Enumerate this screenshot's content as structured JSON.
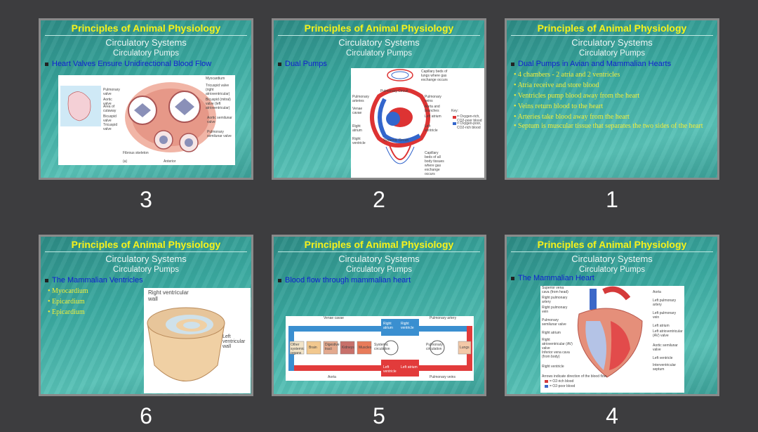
{
  "slides": [
    {
      "number": "3",
      "title": "Principles of Animal Physiology",
      "sub1": "Circulatory Systems",
      "sub2": "Circulatory Pumps",
      "bullet": "Heart Valves Ensure Unidirectional Blood Flow",
      "diagram_labels": [
        "Myocardium",
        "Tricuspid valve (right atrioventricular)",
        "Bicuspid (mitral) valve (left atrioventricular)",
        "Aortic semilunar valve",
        "Pulmonary semilunar valve",
        "Pulmonary valve",
        "Aortic valve",
        "Area of cutaway",
        "Bicuspid valve",
        "Tricuspid valve",
        "Fibrous skeleton",
        "(a)",
        "Anterior"
      ]
    },
    {
      "number": "2",
      "title": "Principles of Animal Physiology",
      "sub1": "Circulatory Systems",
      "sub2": "Circulatory Pumps",
      "bullet": "Dual Pumps",
      "diagram_labels": [
        "Capillary beds of lungs where gas exchange occurs",
        "Pulmonary Circuit",
        "Pulmonary arteries",
        "Pulmonary veins",
        "Venae cavae",
        "Aorta and branches",
        "Left atrium",
        "Left ventricle",
        "Right atrium",
        "Right ventricle",
        "Systemic Circuit",
        "Capillary beds of all body tissues where gas exchange occurs",
        "Key:",
        "= Oxygen-rich, CO2-poor blood",
        "= Oxygen-poor, CO2-rich blood"
      ]
    },
    {
      "number": "1",
      "title": "Principles of Animal Physiology",
      "sub1": "Circulatory Systems",
      "sub2": "Circulatory Pumps",
      "bullet": "Dual Pumps in Avian and Mammalian Hearts",
      "items": [
        "4 chambers - 2 atria and 2 ventricles",
        "Atria receive and store blood",
        "Ventricles pump blood away from the heart",
        "Veins return blood to the heart",
        "Arteries take blood away from the heart",
        "Septum is muscular tissue that separates the two sides of the heart"
      ]
    },
    {
      "number": "6",
      "title": "Principles of Animal Physiology",
      "sub1": "Circulatory Systems",
      "sub2": "Circulatory Pumps",
      "bullet": "The Mammalian Ventricles",
      "items": [
        "Myocardium",
        "Epicardium",
        "Epicardium"
      ],
      "diagram_labels": [
        "Right ventricular wall",
        "Left ventricular wall"
      ]
    },
    {
      "number": "5",
      "title": "Principles of Animal Physiology",
      "sub1": "Circulatory Systems",
      "sub2": "Circulatory Pumps",
      "bullet": "Blood flow through mammalian heart",
      "diagram_labels": [
        "Venae cavae",
        "Pulmonary artery",
        "Right atrium",
        "Right ventricle",
        "Systemic circulation",
        "Pulmonary circulation",
        "Left ventricle",
        "Left atrium",
        "Pulmonary veins",
        "Aorta",
        "Other systemic organs",
        "Brain",
        "Digestive tract",
        "Kidneys",
        "Muscles",
        "Lungs"
      ]
    },
    {
      "number": "4",
      "title": "Principles of Animal Physiology",
      "sub1": "Circulatory Systems",
      "sub2": "Circulatory Pumps",
      "bullet": "The Mammalian Heart",
      "diagram_labels": [
        "Superior vena cava (from head)",
        "Right pulmonary artery",
        "Right pulmonary vein",
        "Pulmonary semilunar valve",
        "Right atrium",
        "Right atrioventricular (AV) valve",
        "Inferior vena cava (from body)",
        "Right ventricle",
        "Aorta",
        "Left pulmonary artery",
        "Left pulmonary vein",
        "Left atrium",
        "Left atrioventricular (AV) valve",
        "Aortic semilunar valve",
        "Left ventricle",
        "Interventricular septum",
        "Arrows indicate direction of the blood flow.",
        "= O2-rich blood",
        "= O2-poor blood"
      ]
    }
  ]
}
